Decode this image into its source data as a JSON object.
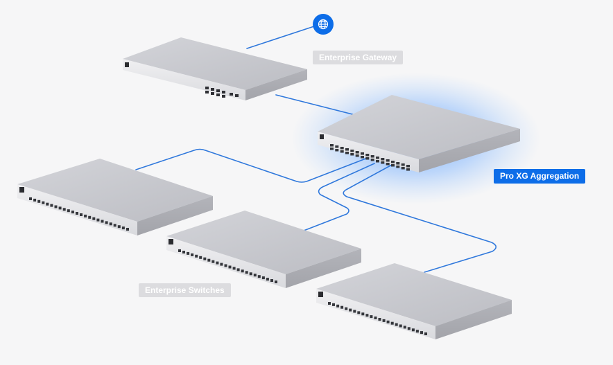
{
  "nodes": {
    "gateway": {
      "label": "Enterprise Gateway"
    },
    "aggregation": {
      "label": "Pro XG Aggregation"
    },
    "switches": {
      "label": "Enterprise Switches"
    }
  },
  "internet": {
    "icon": "globe-icon"
  },
  "colors": {
    "link": "#2f78dc",
    "accent": "#0d6de8",
    "glow": "#3f8cff",
    "muted_label": "#dcdcdf",
    "device_top": "#c9cacf",
    "device_front": "#e4e5e8",
    "background": "#f6f6f7"
  }
}
